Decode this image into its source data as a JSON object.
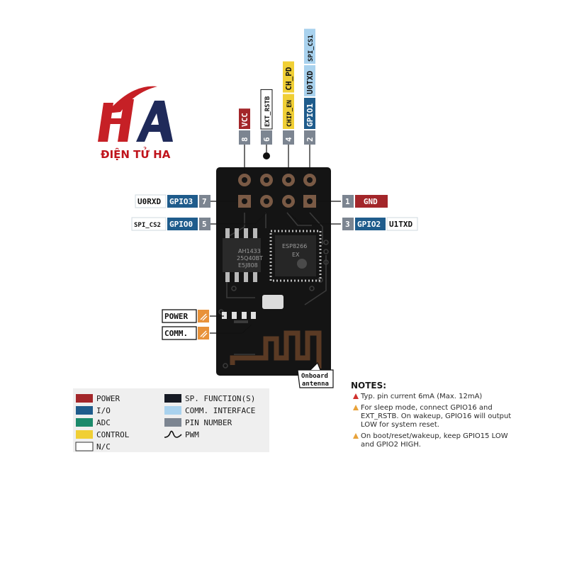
{
  "brand": {
    "name": "ĐIỆN TỬ HA",
    "logo_letters": "HA",
    "red": "#c62026",
    "navy": "#1f2a5a"
  },
  "colors": {
    "power": "#a3262a",
    "io": "#1f5c8c",
    "adc": "#1b8a6b",
    "control": "#f0cf35",
    "nc": "#ffffff",
    "sp_function": "#161a24",
    "comm_interface": "#a9d2ee",
    "pin_number": "#7c8591",
    "board": "#141414",
    "pwm_label": "#e8923a"
  },
  "top_pins": [
    {
      "number": "8",
      "labels": [
        "VCC"
      ]
    },
    {
      "number": "6",
      "labels": [
        "EXT_RSTB"
      ]
    },
    {
      "number": "4",
      "labels": [
        "CHIP_EN",
        "CH_PD"
      ]
    },
    {
      "number": "2",
      "labels": [
        "GPIO1",
        "U0TXD",
        "SPI_CS1"
      ]
    }
  ],
  "left_pins": [
    {
      "number": "7",
      "labels": [
        "GPIO3",
        "U0RXD"
      ]
    },
    {
      "number": "5",
      "labels": [
        "GPIO0",
        "SPI_CS2"
      ]
    }
  ],
  "right_pins": [
    {
      "number": "1",
      "labels": [
        "GND"
      ]
    },
    {
      "number": "3",
      "labels": [
        "GPIO2",
        "U1TXD"
      ]
    }
  ],
  "leds": [
    {
      "label": "POWER"
    },
    {
      "label": "COMM."
    }
  ],
  "antenna_label": [
    "Onboard",
    "antenna"
  ],
  "chips": {
    "flash": [
      "AH1433",
      "25Q40BT",
      "E5J808"
    ],
    "esp": [
      "ESP8266",
      "EX"
    ]
  },
  "legend": {
    "left": [
      {
        "color": "#a3262a",
        "label": "POWER"
      },
      {
        "color": "#1f5c8c",
        "label": "I/O"
      },
      {
        "color": "#1b8a6b",
        "label": "ADC"
      },
      {
        "color": "#f0cf35",
        "label": "CONTROL"
      },
      {
        "color": "#ffffff",
        "label": "N/C"
      }
    ],
    "right": [
      {
        "color": "#161a24",
        "label": "SP. FUNCTION(S)"
      },
      {
        "color": "#a9d2ee",
        "label": "COMM. INTERFACE"
      },
      {
        "color": "#7c8591",
        "label": "PIN NUMBER"
      },
      {
        "color": "",
        "label": "PWM"
      }
    ]
  },
  "notes": {
    "title": "NOTES:",
    "items": [
      {
        "icon": "red",
        "lines": [
          "Typ. pin current 6mA (Max. 12mA)"
        ]
      },
      {
        "icon": "orange",
        "lines": [
          "For sleep mode, connect GPIO16 and",
          "EXT_RSTB. On wakeup, GPIO16 will output",
          "LOW for system reset."
        ]
      },
      {
        "icon": "orange",
        "lines": [
          "On boot/reset/wakeup, keep GPIO15 LOW",
          "and GPIO2 HIGH."
        ]
      }
    ]
  }
}
